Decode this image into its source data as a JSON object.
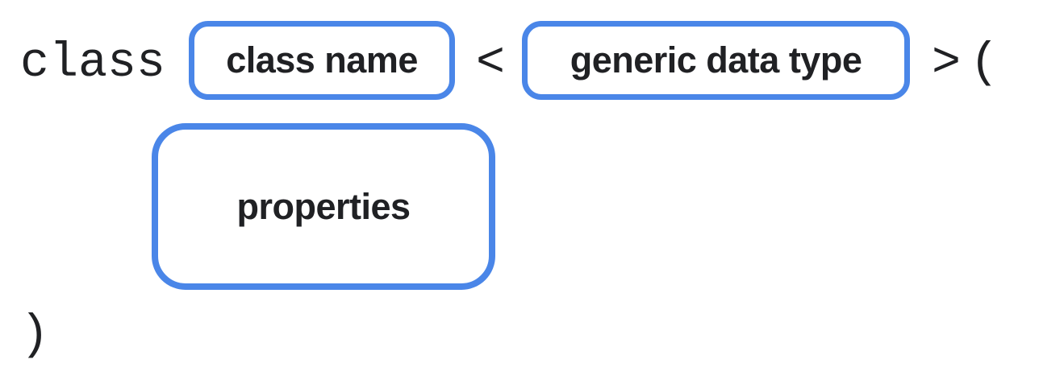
{
  "diagram": {
    "keyword": "class",
    "symbols": {
      "open_angle": "<",
      "close_angle": ">",
      "open_paren": "(",
      "close_paren": ")"
    },
    "boxes": {
      "class_name": "class name",
      "generic_data_type": "generic data type",
      "properties": "properties"
    },
    "colors": {
      "box_border": "#4a86e8",
      "text": "#202124",
      "background": "#ffffff"
    }
  }
}
